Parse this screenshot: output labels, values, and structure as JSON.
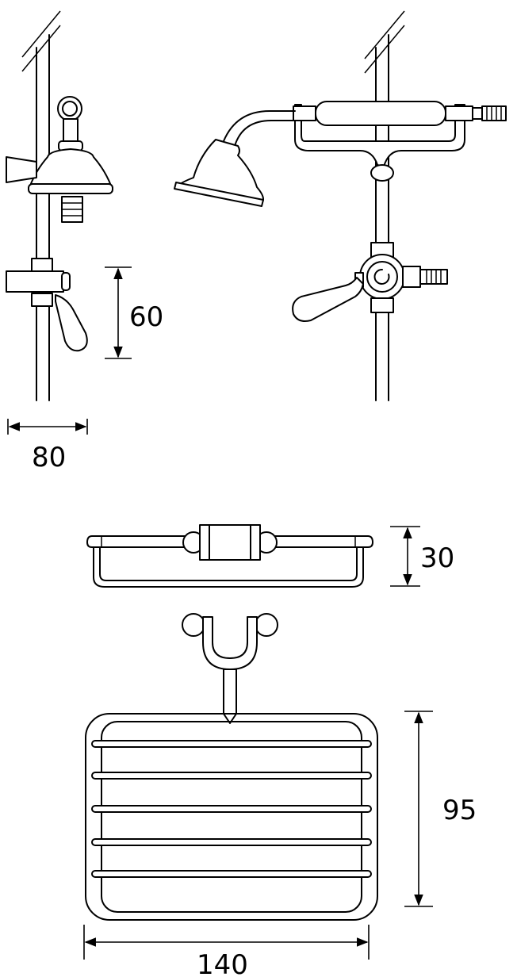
{
  "dimensions": {
    "arm_drop": "60",
    "wall_projection": "80",
    "basket_depth": "30",
    "basket_height": "95",
    "basket_width": "140"
  }
}
